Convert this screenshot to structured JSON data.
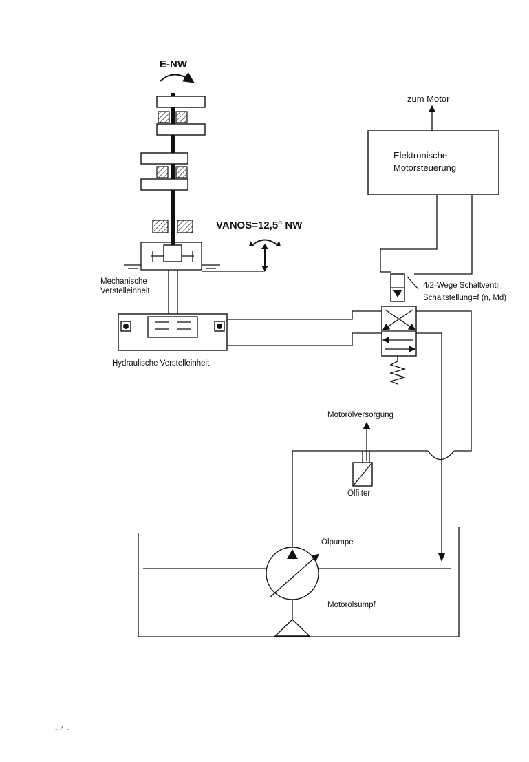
{
  "labels": {
    "camshaft": "E-NW",
    "vanos": "VANOS=12,5° NW",
    "to_engine": "zum Motor",
    "ecu_line1": "Elektronische",
    "ecu_line2": "Motorsteuerung",
    "valve_line1": "4/2-Wege Schaltventil",
    "valve_line2": "Schaltstellung=f (n, Md)",
    "mech_line1": "Mechanische",
    "mech_line2": "Verstelleinheit",
    "hydraulic": "Hydraulische Verstelleinheit",
    "oil_supply": "Motorölversorgung",
    "oil_filter": "Ölfilter",
    "oil_pump": "Ölpumpe",
    "oil_sump": "Motorölsumpf",
    "page_number": "- 4 -"
  }
}
